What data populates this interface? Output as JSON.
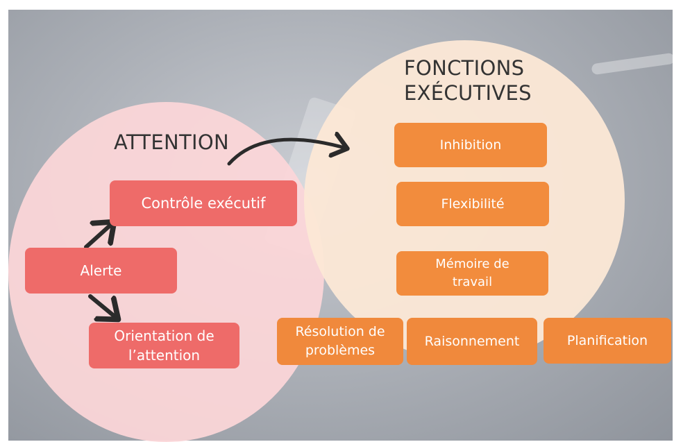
{
  "attention": {
    "title": "ATTENTION",
    "items": {
      "controle": "Contrôle exécutif",
      "alerte": "Alerte",
      "orientation": "Orientation de\nl’attention"
    }
  },
  "fonctions": {
    "title": "FONCTIONS\nEXÉCUTIVES",
    "items": {
      "inhibition": "Inhibition",
      "flexibilite": "Flexibilité",
      "memoire": "Mémoire de\ntravail"
    }
  },
  "bottom": {
    "resolution": "Résolution de\nproblèmes",
    "raisonnement": "Raisonnement",
    "planification": "Planification"
  },
  "colors": {
    "attention_circle": "#fcd6d8",
    "fonctions_circle": "#fce8d6",
    "red_box": "#ee6b69",
    "orange_box": "#f28c3d",
    "arrow": "#2b2b2b"
  }
}
